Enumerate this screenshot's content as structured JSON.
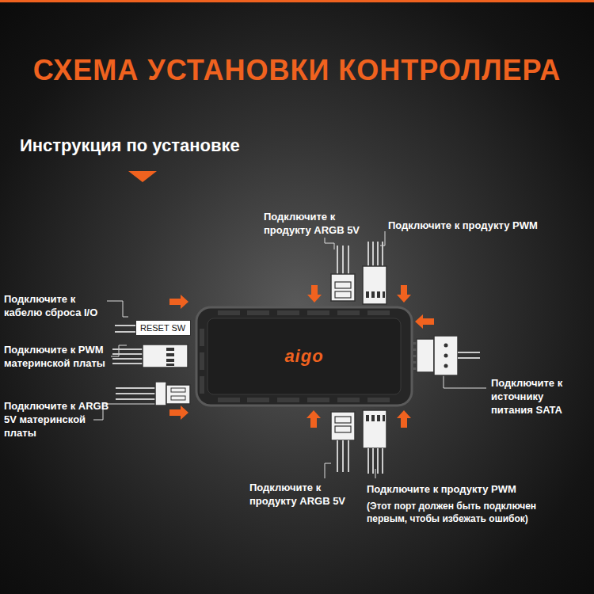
{
  "diagram": {
    "title": "СХЕМА УСТАНОВКИ КОНТРОЛЛЕРА",
    "nodes": [
      {
        "text": [
          "aigo"
        ]
      },
      {
        "text": [
          "RESET SW"
        ]
      }
    ],
    "labels": [
      "Инструкция по установке",
      "Подключите к продукту ARGB 5V",
      "Подключите к продукту PWM",
      "Подключите к кабелю сброса I/O",
      "Подключите к PWM материнской платы",
      "Подключите к ARGB 5V материнской платы",
      "Подключите к источнику питания SATA",
      "Подключите к продукту ARGB 5V",
      "Подключите к продукту PWM",
      "(Этот порт должен быть подключен первым, чтобы избежать ошибок)"
    ]
  }
}
